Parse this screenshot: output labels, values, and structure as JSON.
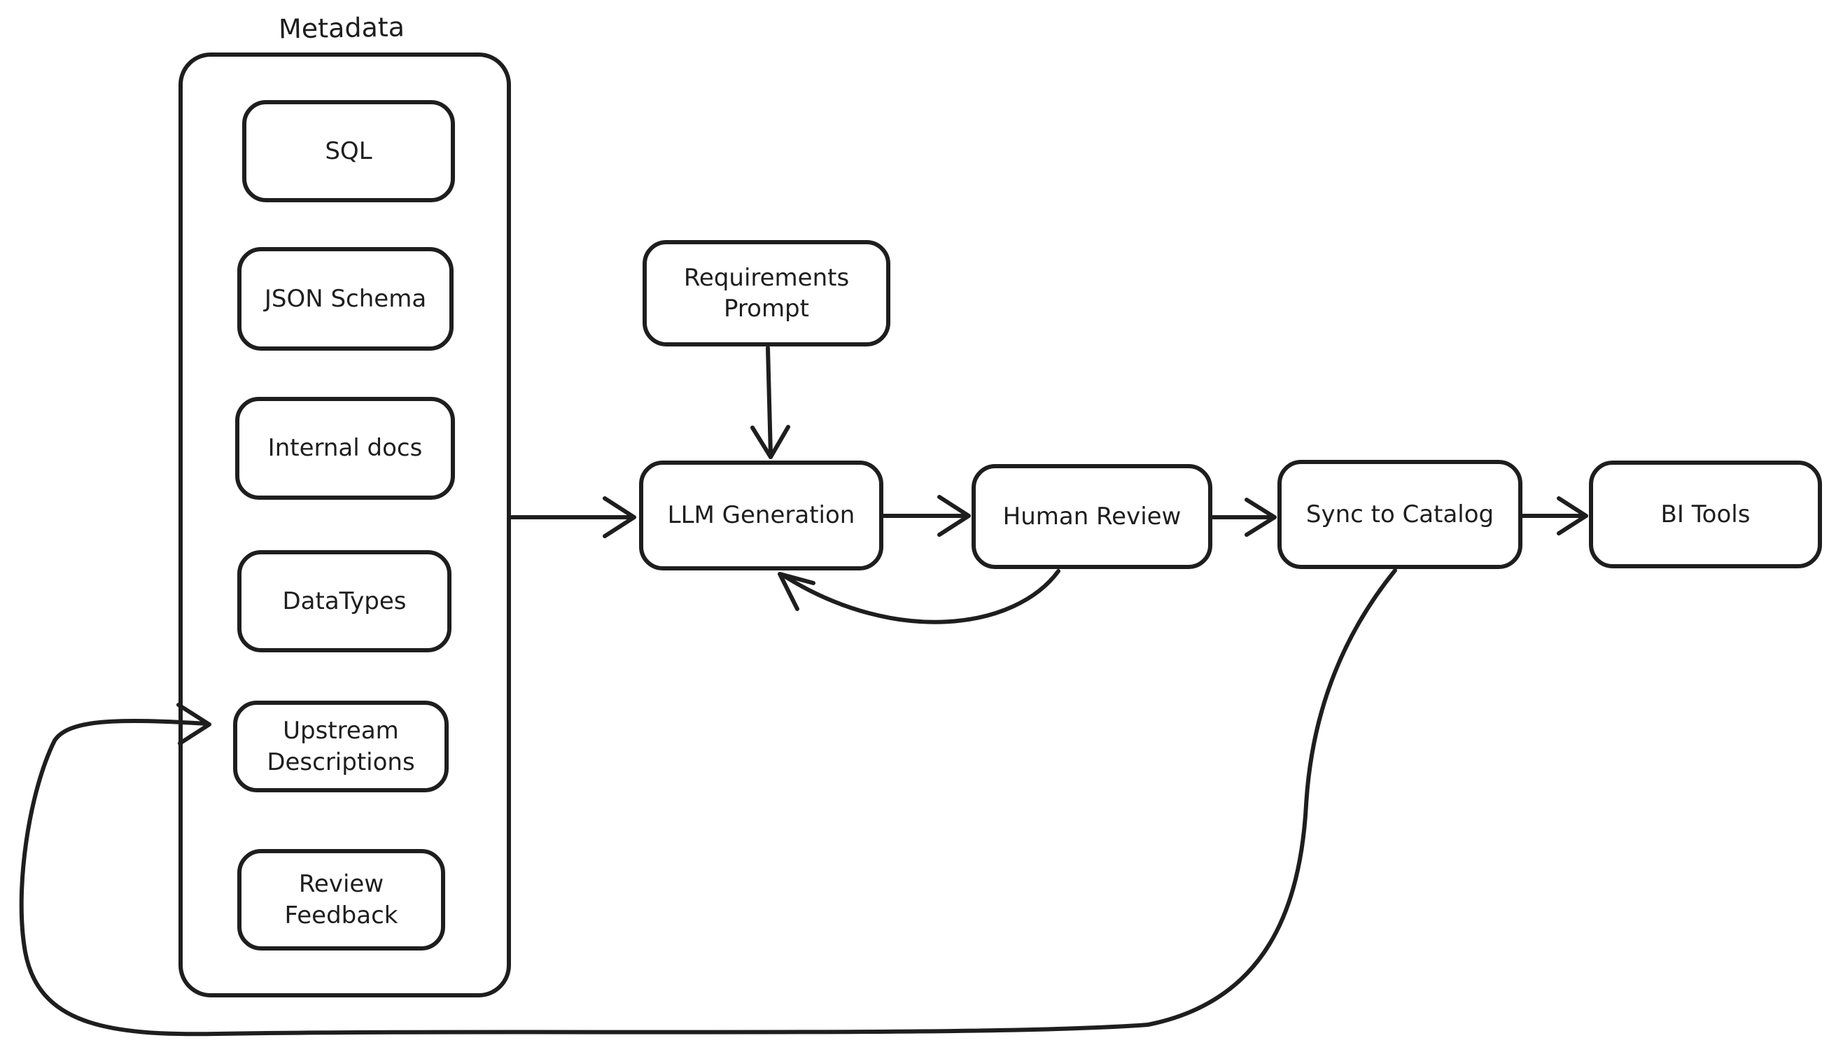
{
  "diagram": {
    "background_color": "#ffffff",
    "stroke_color": "#1e1e1e",
    "group": {
      "title": "Metadata",
      "items": [
        "SQL",
        "JSON Schema",
        "Internal docs",
        "DataTypes",
        "Upstream\nDescriptions",
        "Review\nFeedback"
      ]
    },
    "nodes": {
      "requirements_prompt": {
        "label": "Requirements\nPrompt"
      },
      "llm_generation": {
        "label": "LLM Generation"
      },
      "human_review": {
        "label": "Human Review"
      },
      "sync_to_catalog": {
        "label": "Sync to Catalog"
      },
      "bi_tools": {
        "label": "BI Tools"
      }
    },
    "edges": [
      {
        "from": "Metadata",
        "to": "LLM Generation",
        "style": "straight-arrow"
      },
      {
        "from": "Requirements Prompt",
        "to": "LLM Generation",
        "style": "straight-arrow"
      },
      {
        "from": "LLM Generation",
        "to": "Human Review",
        "style": "straight-arrow"
      },
      {
        "from": "Human Review",
        "to": "Sync to Catalog",
        "style": "straight-arrow"
      },
      {
        "from": "Sync to Catalog",
        "to": "BI Tools",
        "style": "straight-arrow"
      },
      {
        "from": "Human Review",
        "to": "LLM Generation",
        "style": "curved-feedback-arrow"
      },
      {
        "from": "Sync to Catalog",
        "to": "Upstream Descriptions",
        "style": "long-loop-feedback-arrow"
      }
    ]
  }
}
